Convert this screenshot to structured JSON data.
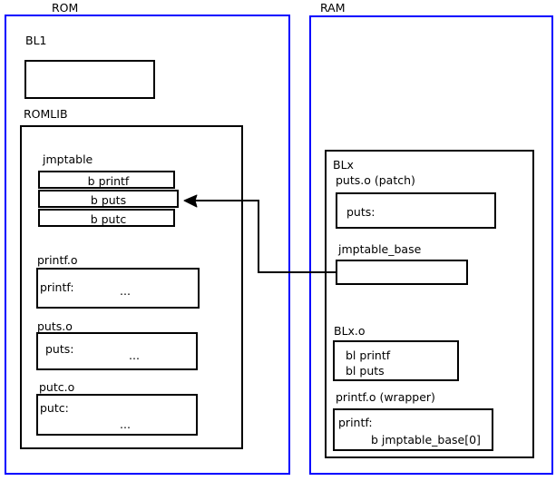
{
  "diagram": {
    "title_rom": "ROM",
    "title_ram": "RAM",
    "colors": {
      "region_border": "#0000ff",
      "box_border": "#000000",
      "background": "#ffffff",
      "text": "#000000"
    }
  },
  "rom": {
    "label": "ROM",
    "bl1": {
      "label": "BL1",
      "content": ""
    },
    "romlib": {
      "label": "ROMLIB",
      "jmptable": {
        "label": "jmptable",
        "entries": [
          "b printf",
          "b puts",
          "b putc"
        ]
      },
      "objects": [
        {
          "label": "printf.o",
          "symbol": "printf:",
          "body": "..."
        },
        {
          "label": "puts.o",
          "symbol": "puts:",
          "body": "..."
        },
        {
          "label": "putc.o",
          "symbol": "putc:",
          "body": "..."
        }
      ]
    }
  },
  "ram": {
    "label": "RAM",
    "blx": {
      "label": "BLx",
      "puts_patch": {
        "label": "puts.o (patch)",
        "symbol": "puts:"
      },
      "jmptable_base": {
        "label": "jmptable_base",
        "content": ""
      },
      "blx_o": {
        "label": "BLx.o",
        "line1": "bl printf",
        "line2": "bl puts"
      },
      "printf_wrapper": {
        "label": "printf.o (wrapper)",
        "symbol": "printf:",
        "branch": "b jmptable_base[0]"
      }
    }
  },
  "connection": {
    "name": "jmptable-base-to-b-puts-arrow",
    "from": "jmptable_base",
    "to": "b puts"
  }
}
